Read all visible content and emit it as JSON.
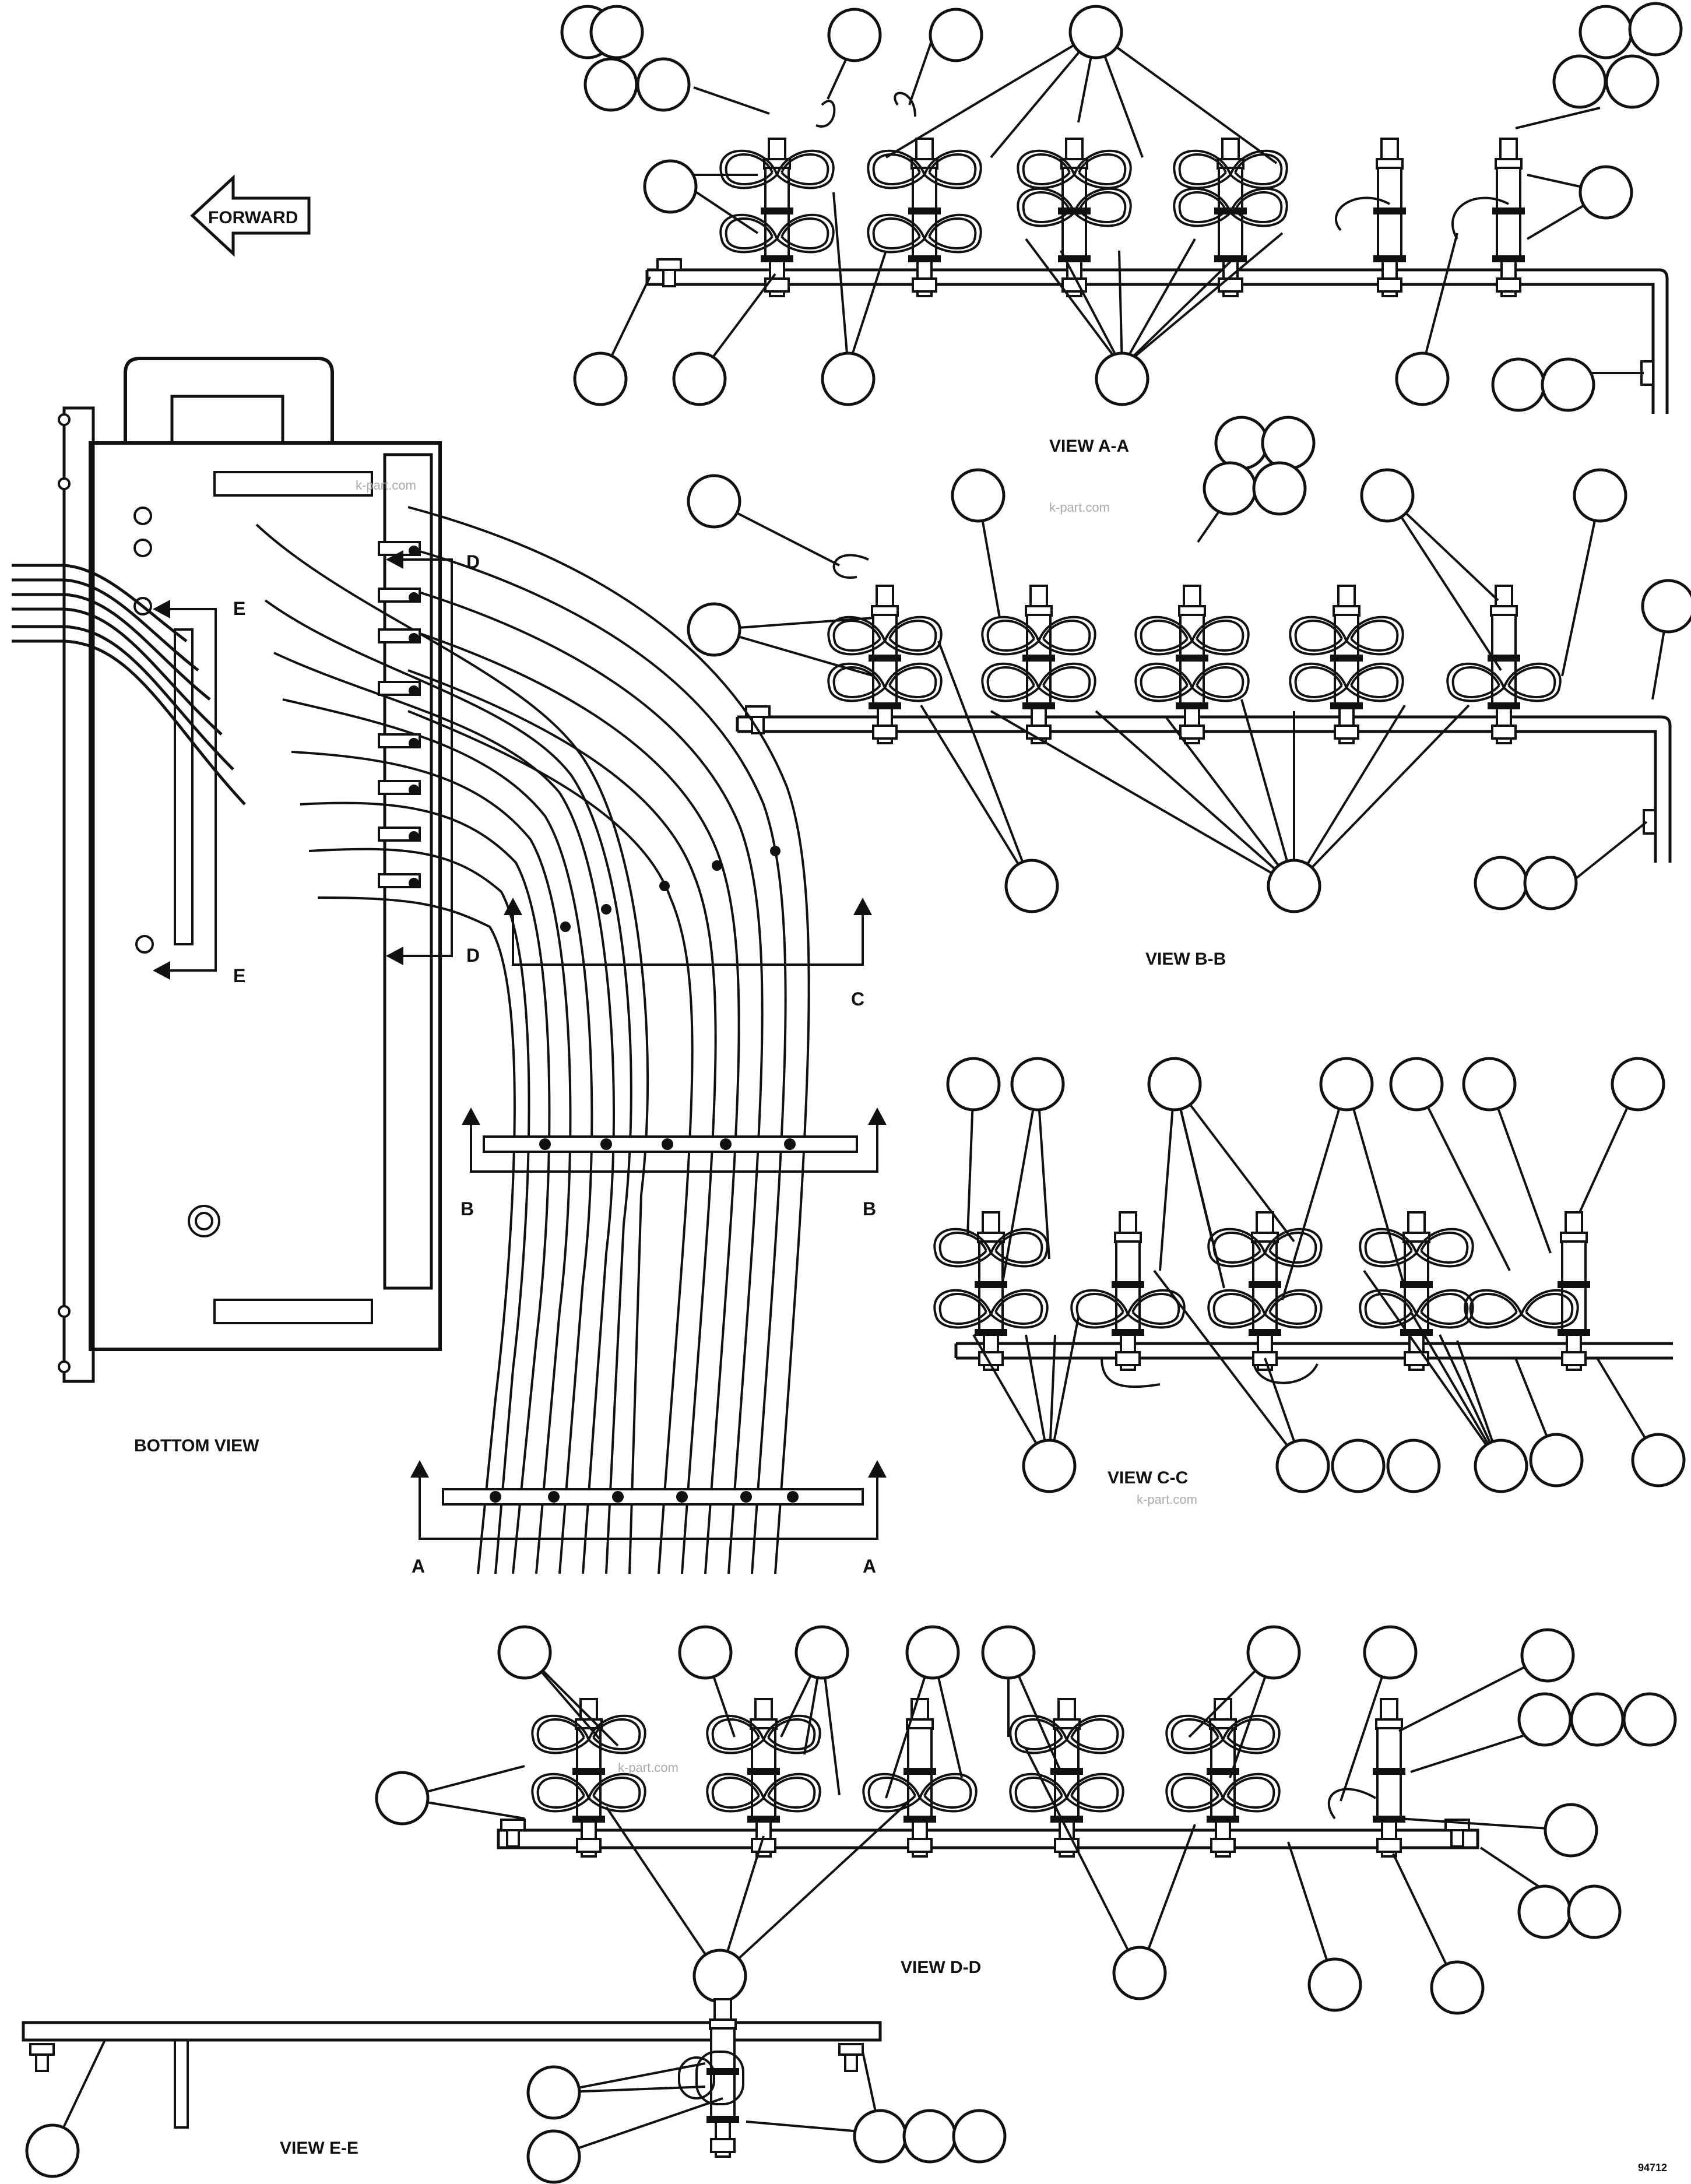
{
  "labels": {
    "forward": "FORWARD",
    "bottom_view": "BOTTOM VIEW",
    "view_a": "VIEW A-A",
    "view_b": "VIEW B-B",
    "view_c": "VIEW C-C",
    "view_d": "VIEW D-D",
    "view_e": "VIEW E-E",
    "sec_a": "A",
    "sec_b": "B",
    "sec_c": "C",
    "sec_d": "D",
    "sec_e": "E",
    "watermark": "k-part.com",
    "drawing_number": "94712"
  },
  "colors": {
    "ink": "#111111",
    "background": "#ffffff",
    "watermark": "#aaaaaa"
  }
}
